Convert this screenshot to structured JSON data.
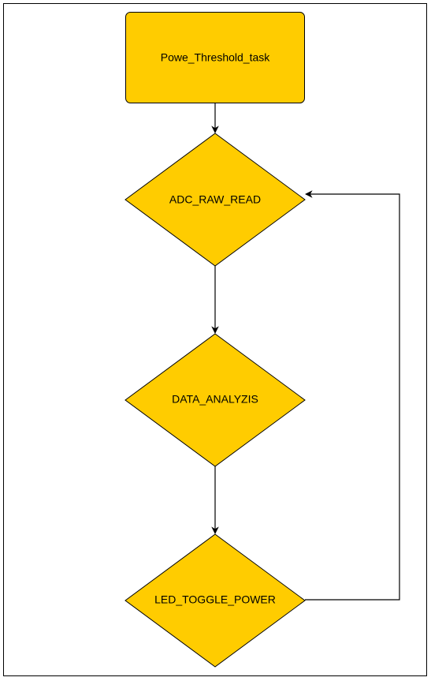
{
  "diagram": {
    "type": "flowchart",
    "colors": {
      "node_fill": "#FFCC00",
      "stroke": "#000000",
      "background": "#FFFFFF"
    },
    "nodes": {
      "task": {
        "label": "Powe_Threshold_task",
        "shape": "rounded-rectangle"
      },
      "adc": {
        "label": "ADC_RAW_READ",
        "shape": "diamond"
      },
      "analyze": {
        "label": "DATA_ANALYZIS",
        "shape": "diamond"
      },
      "led": {
        "label": "LED_TOGGLE_POWER",
        "shape": "diamond"
      }
    },
    "edges": [
      {
        "from": "task",
        "to": "adc"
      },
      {
        "from": "adc",
        "to": "analyze"
      },
      {
        "from": "analyze",
        "to": "led"
      },
      {
        "from": "led",
        "to": "adc"
      }
    ]
  }
}
